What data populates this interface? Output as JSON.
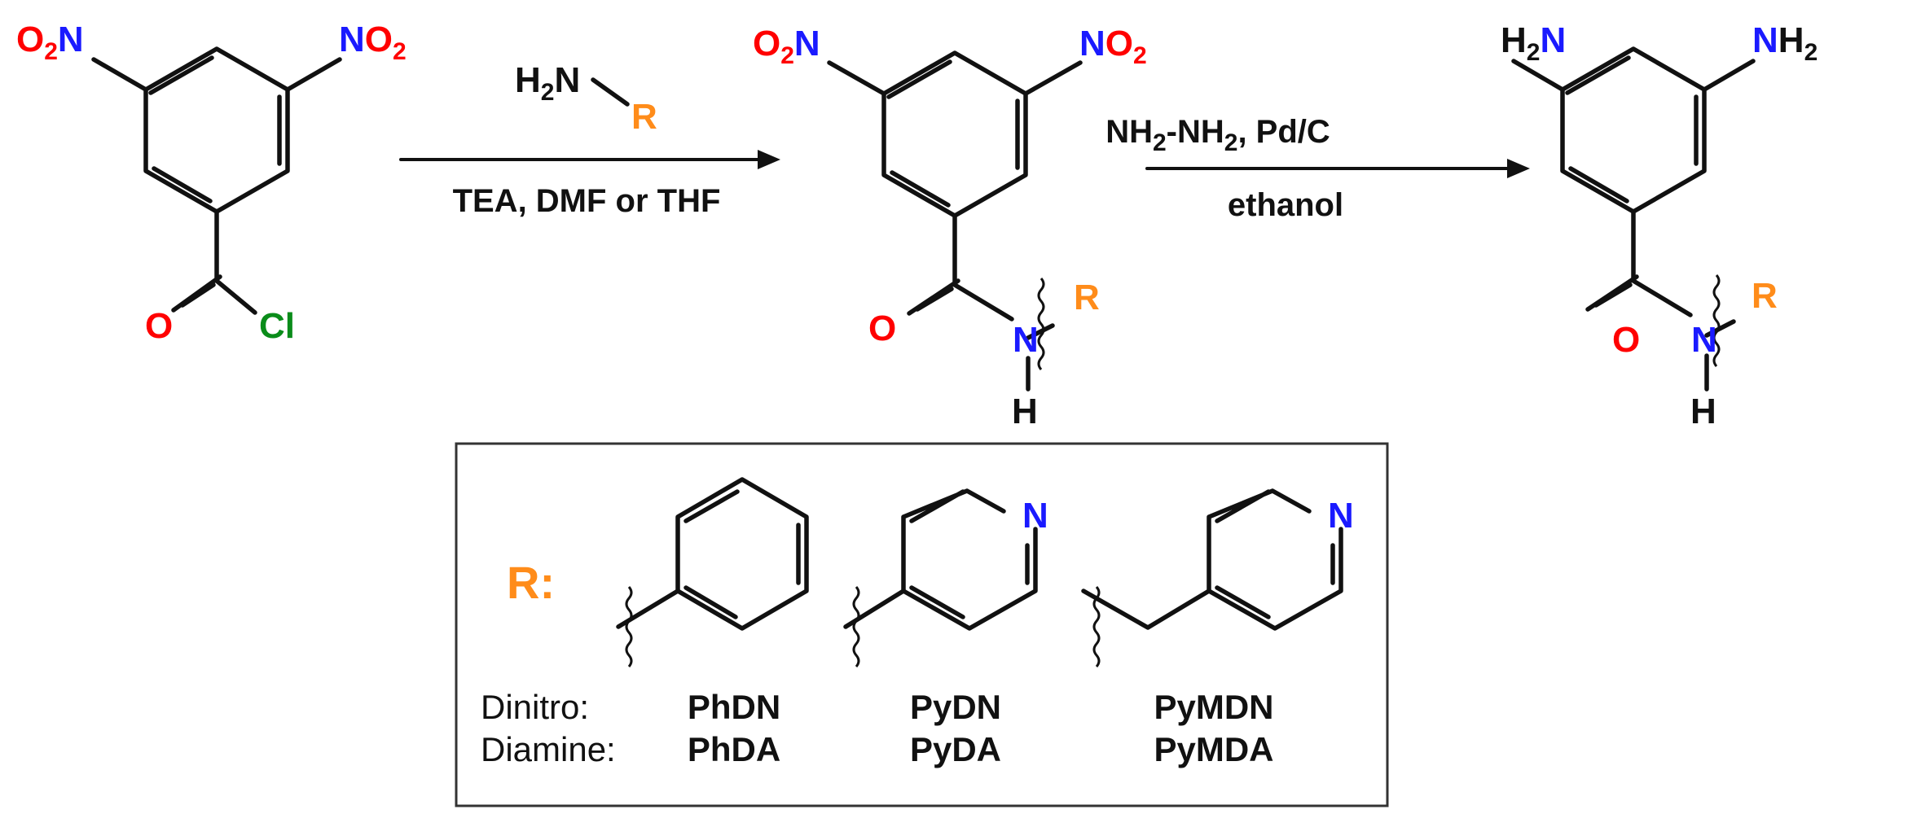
{
  "colors": {
    "nitrogen": "#1a1aff",
    "oxygen": "#ff0000",
    "chlorine": "#0a8c1a",
    "r_group": "#ff8c1a",
    "bond": "#111111"
  },
  "atoms": {
    "O": "O",
    "N": "N",
    "H": "H",
    "Cl": "Cl",
    "R": "R",
    "two": "2"
  },
  "step1": {
    "reagent_amine": {
      "H": "H",
      "sub": "2",
      "N": "N",
      "R": "R"
    },
    "conditions": "TEA, DMF or THF"
  },
  "step2": {
    "reagent": {
      "p1": "NH",
      "s1": "2",
      "p2": "-NH",
      "s2": "2",
      "p3": ", Pd/C"
    },
    "conditions": "ethanol"
  },
  "legend": {
    "r_label": "R:",
    "row_dinitro_label": "Dinitro:",
    "row_diamine_label": "Diamine:",
    "compounds": [
      {
        "dinitro": "PhDN",
        "diamine": "PhDA"
      },
      {
        "dinitro": "PyDN",
        "diamine": "PyDA"
      },
      {
        "dinitro": "PyMDN",
        "diamine": "PyMDA"
      }
    ]
  }
}
